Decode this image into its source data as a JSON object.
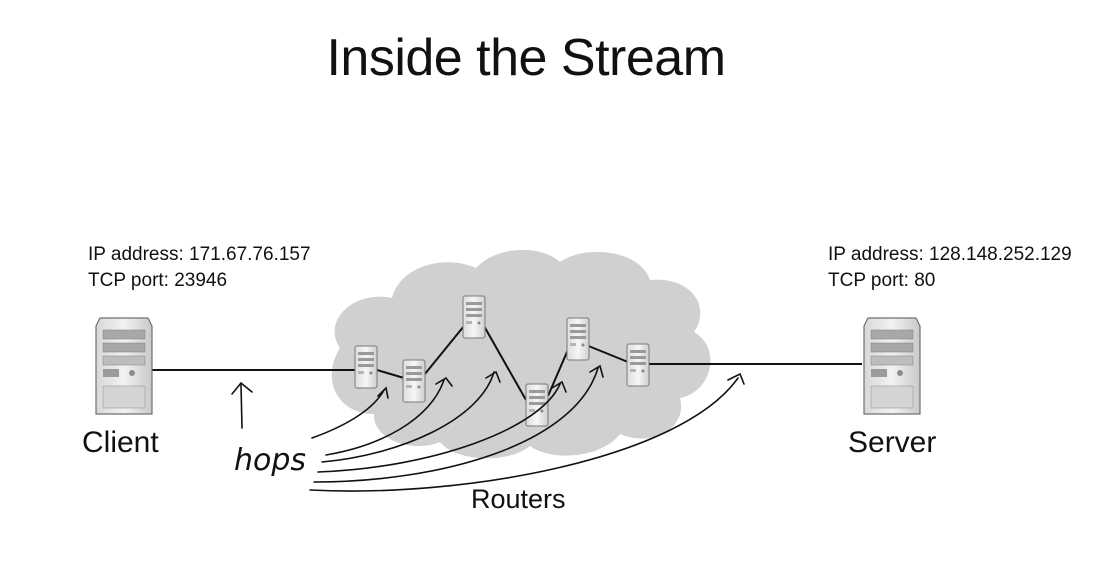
{
  "slide": {
    "title": "Inside the Stream",
    "client": {
      "ip_line": "IP address: 171.67.76.157",
      "port_line": "TCP port: 23946",
      "label": "Client"
    },
    "server": {
      "ip_line": "IP address: 128.148.252.129",
      "port_line": "TCP port: 80",
      "label": "Server"
    },
    "network": {
      "label": "Routers",
      "router_count": 6
    },
    "annotation": {
      "handwritten_label": "hops"
    }
  }
}
